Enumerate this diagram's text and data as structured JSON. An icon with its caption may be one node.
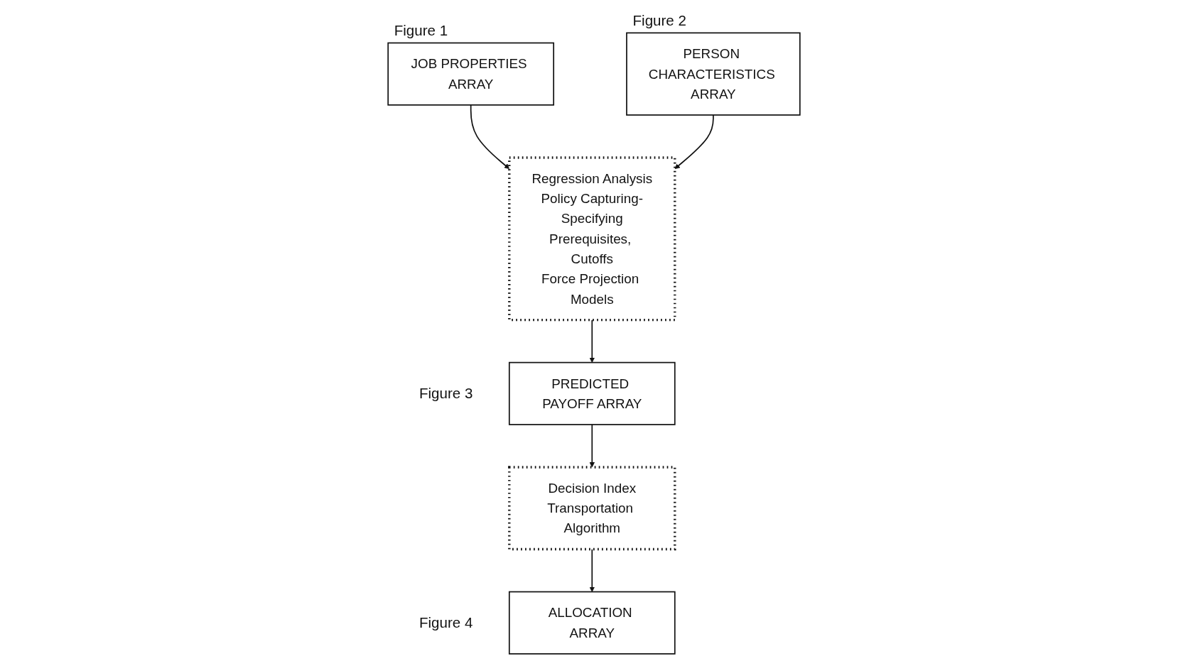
{
  "diagram": {
    "nodes": [
      {
        "text": [
          "JOB PROPERTIES ARRAY"
        ],
        "beside": [
          "Figure 1"
        ]
      },
      {
        "text": [
          "Regression Analysis",
          "Policy Capturing-Specifying",
          "Prerequisites, Cutoffs",
          "Force Projection Models"
        ]
      },
      {
        "text": [
          "PERSON CHARACTERISTICS ARRAY"
        ],
        "beside": [
          "Figure 2"
        ]
      },
      {
        "text": [
          "PREDICTED PAYOFF ARRAY"
        ],
        "beside": [
          "Figure 3"
        ]
      },
      {
        "text": [
          "Decision Index",
          "Transportation Algorithm"
        ]
      },
      {
        "text": [
          "ALLOCATION ARRAY"
        ],
        "beside": [
          "Figure 4"
        ]
      }
    ],
    "edges": [
      {
        "from": 0,
        "to": 1,
        "arrow": "to"
      },
      {
        "from": 2,
        "to": 1,
        "arrow": "to"
      },
      {
        "from": 1,
        "to": 3,
        "arrow": "to"
      },
      {
        "from": 3,
        "to": 4,
        "arrow": "to"
      },
      {
        "from": 4,
        "to": 5,
        "arrow": "to"
      }
    ]
  }
}
